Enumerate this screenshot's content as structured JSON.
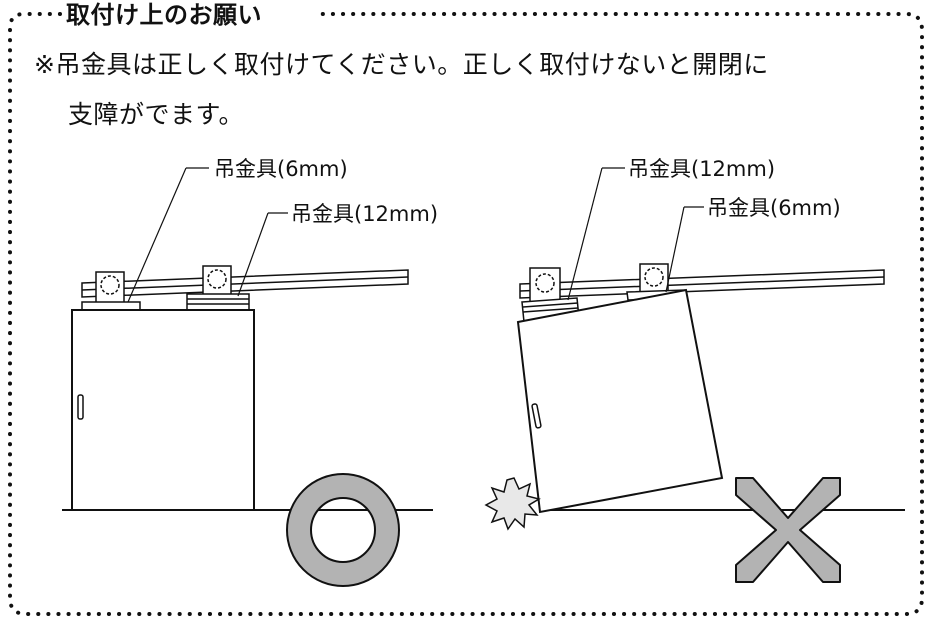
{
  "title": "取付け上のお願い",
  "note": {
    "line1": "※吊金具は正しく取付けてください。正しく取付けないと開閉に",
    "line2": "支障がでます。"
  },
  "left_figure": {
    "label_top": "吊金具(6mm)",
    "label_bottom": "吊金具(12mm)",
    "verdict": "correct-circle-icon"
  },
  "right_figure": {
    "label_top": "吊金具(12mm)",
    "label_bottom": "吊金具(6mm)",
    "verdict": "incorrect-cross-icon"
  }
}
